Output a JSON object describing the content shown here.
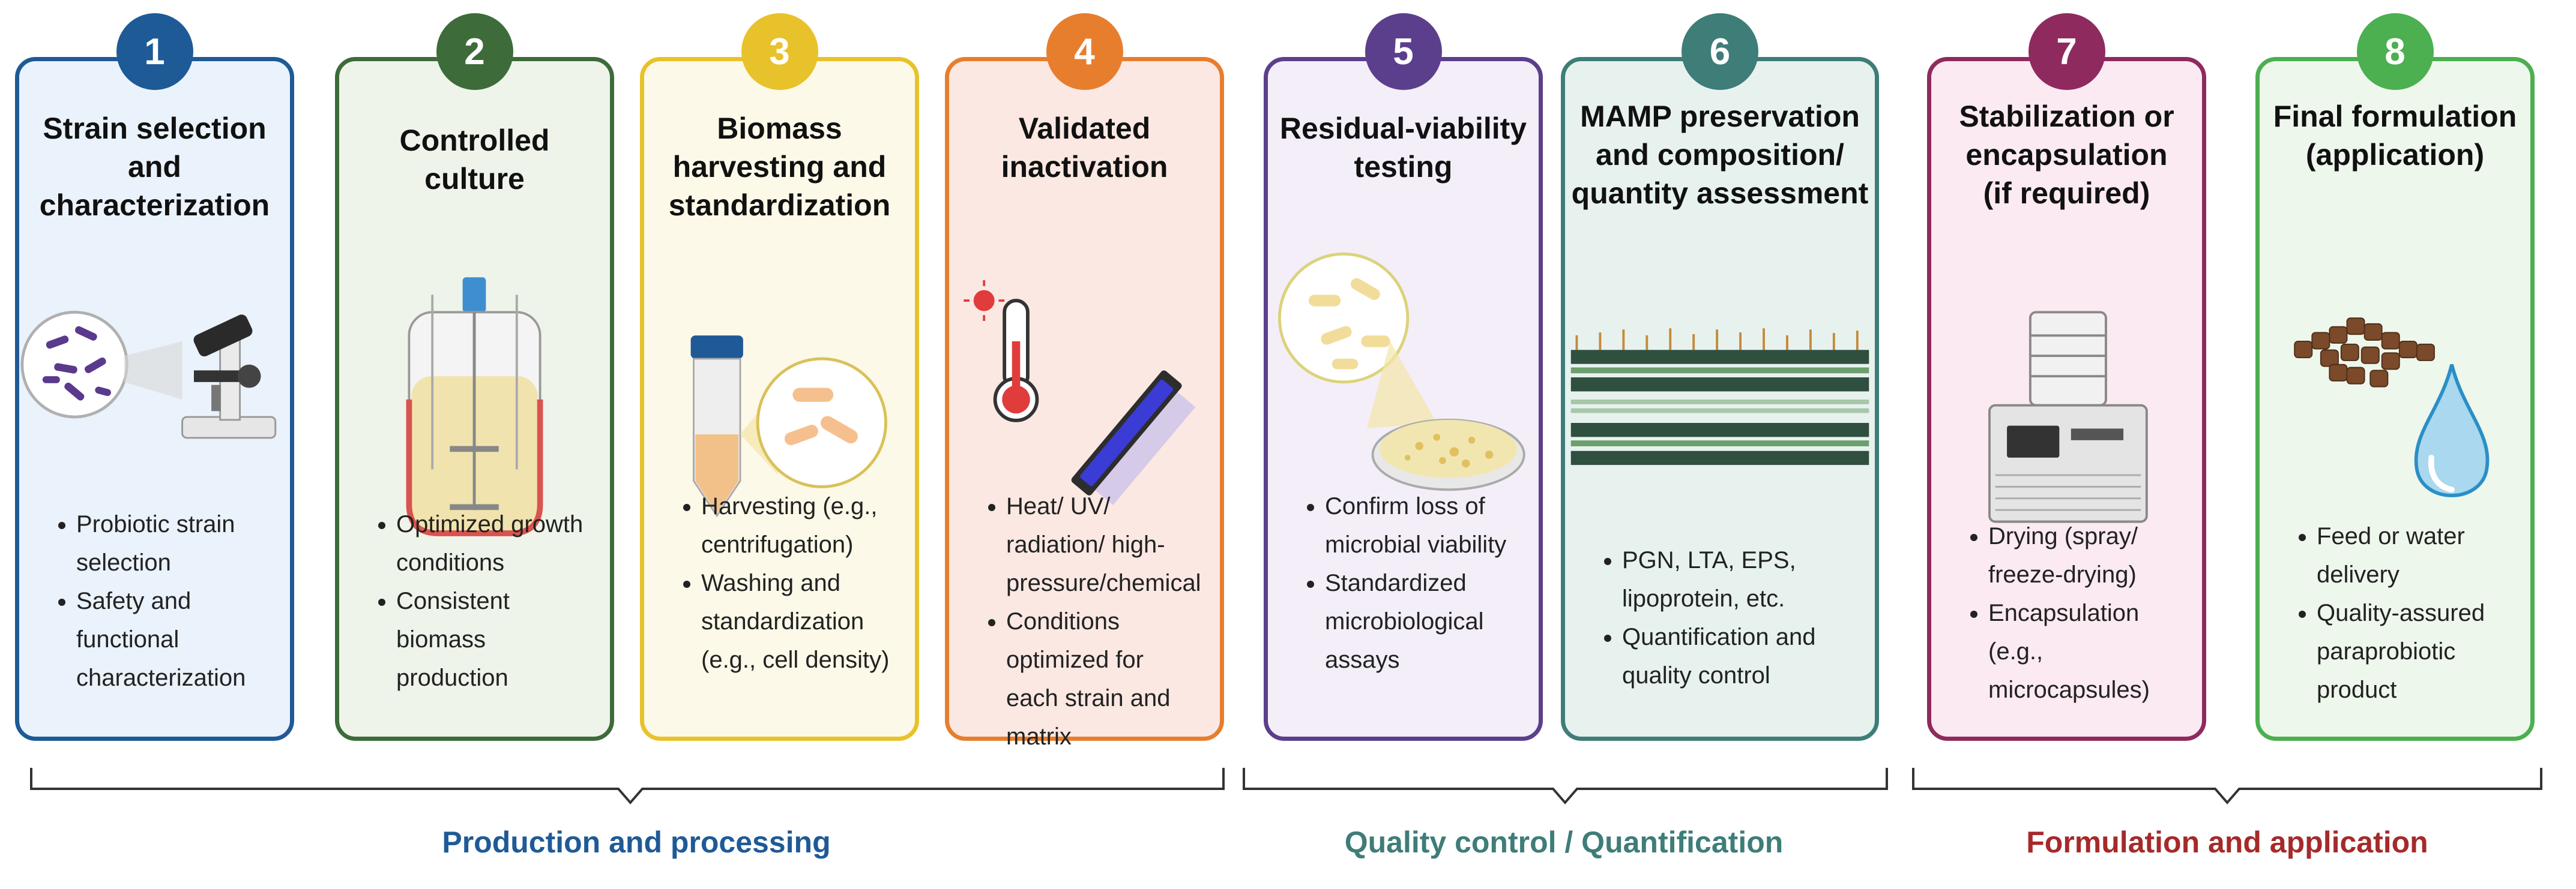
{
  "steps": [
    {
      "number": "1",
      "title": "Strain selection\nand\ncharacterization",
      "bullets": [
        "Probiotic strain selection",
        "Safety and functional characterization"
      ]
    },
    {
      "number": "2",
      "title": "Controlled\nculture",
      "bullets": [
        "Optimized growth conditions",
        "Consistent biomass production"
      ]
    },
    {
      "number": "3",
      "title": "Biomass\nharvesting and\nstandardization",
      "bullets": [
        "Harvesting (e.g., centrifugation)",
        "Washing and standardization (e.g., cell density)"
      ]
    },
    {
      "number": "4",
      "title": "Validated\ninactivation",
      "bullets": [
        "Heat/ UV/ radiation/ high-pressure/chemical",
        "Conditions optimized for each strain and matrix"
      ]
    },
    {
      "number": "5",
      "title": "Residual-viability\ntesting",
      "bullets": [
        "Confirm loss of microbial viability",
        "Standardized microbiological assays"
      ]
    },
    {
      "number": "6",
      "title": "MAMP preservation\nand composition/\nquantity assessment",
      "bullets": [
        "PGN, LTA, EPS, lipoprotein, etc.",
        "Quantification and quality control"
      ]
    },
    {
      "number": "7",
      "title": "Stabilization or\nencapsulation\n(if required)",
      "bullets": [
        "Drying (spray/ freeze-drying)",
        "Encapsulation (e.g., microcapsules)"
      ]
    },
    {
      "number": "8",
      "title": "Final formulation\n(application)",
      "bullets": [
        "Feed or water delivery",
        "Quality-assured paraprobiotic product"
      ]
    }
  ],
  "groups": [
    {
      "label": "Production and processing",
      "color": "#1f5a96"
    },
    {
      "label": "Quality control / Quantification",
      "color": "#3e7d78"
    },
    {
      "label": "Formulation and application",
      "color": "#a52a2a"
    }
  ],
  "colors": {
    "step1": "#1e5a96",
    "step2": "#3d6b3a",
    "step3": "#e8c22a",
    "step4": "#e77e2e",
    "step5": "#5b3f8c",
    "step6": "#3e7d78",
    "step7": "#8e2a5e",
    "step8": "#4caf50"
  },
  "icons": [
    "microscope-icon",
    "bioreactor-icon",
    "centrifuge-tube-icon",
    "thermometer-icon",
    "uv-lamp-icon",
    "petri-dish-icon",
    "membrane-icon",
    "freeze-dryer-icon",
    "pellets-icon",
    "water-drop-icon"
  ]
}
